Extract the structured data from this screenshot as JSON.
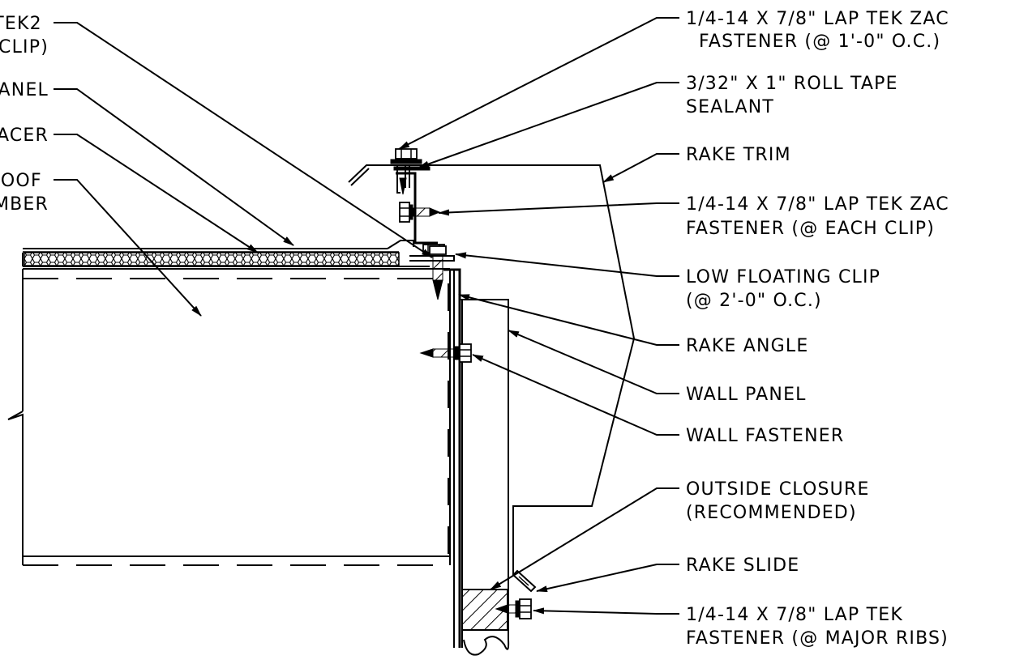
{
  "colors": {
    "ink": "#000000",
    "paper": "#ffffff"
  },
  "left_labels": [
    {
      "id": "tek2",
      "lines": [
        "TEK2",
        "CLIP)"
      ]
    },
    {
      "id": "panel",
      "lines": [
        "ANEL"
      ]
    },
    {
      "id": "spacer",
      "lines": [
        "ACER"
      ]
    },
    {
      "id": "roof-member",
      "lines": [
        "ROOF",
        "MBER"
      ]
    }
  ],
  "right_labels": [
    {
      "id": "zac-fastener-oc",
      "lines": [
        "1/4-14 X 7/8\" LAP TEK ZAC",
        "FASTENER (@ 1'-0\" O.C.)"
      ]
    },
    {
      "id": "roll-tape",
      "lines": [
        "3/32\" X 1\" ROLL TAPE",
        "SEALANT"
      ]
    },
    {
      "id": "rake-trim",
      "lines": [
        "RAKE TRIM"
      ]
    },
    {
      "id": "zac-fastener-clip",
      "lines": [
        "1/4-14 X 7/8\" LAP TEK ZAC",
        "FASTENER (@ EACH CLIP)"
      ]
    },
    {
      "id": "low-floating-clip",
      "lines": [
        "LOW FLOATING CLIP",
        "(@ 2'-0\" O.C.)"
      ]
    },
    {
      "id": "rake-angle",
      "lines": [
        "RAKE ANGLE"
      ]
    },
    {
      "id": "wall-panel",
      "lines": [
        "WALL PANEL"
      ]
    },
    {
      "id": "wall-fastener",
      "lines": [
        "WALL FASTENER"
      ]
    },
    {
      "id": "outside-closure",
      "lines": [
        "OUTSIDE CLOSURE",
        "(RECOMMENDED)"
      ]
    },
    {
      "id": "rake-slide",
      "lines": [
        "RAKE SLIDE"
      ]
    },
    {
      "id": "lap-tek-fastener",
      "lines": [
        "1/4-14 X 7/8\" LAP TEK",
        "FASTENER (@ MAJOR RIBS)"
      ]
    }
  ]
}
